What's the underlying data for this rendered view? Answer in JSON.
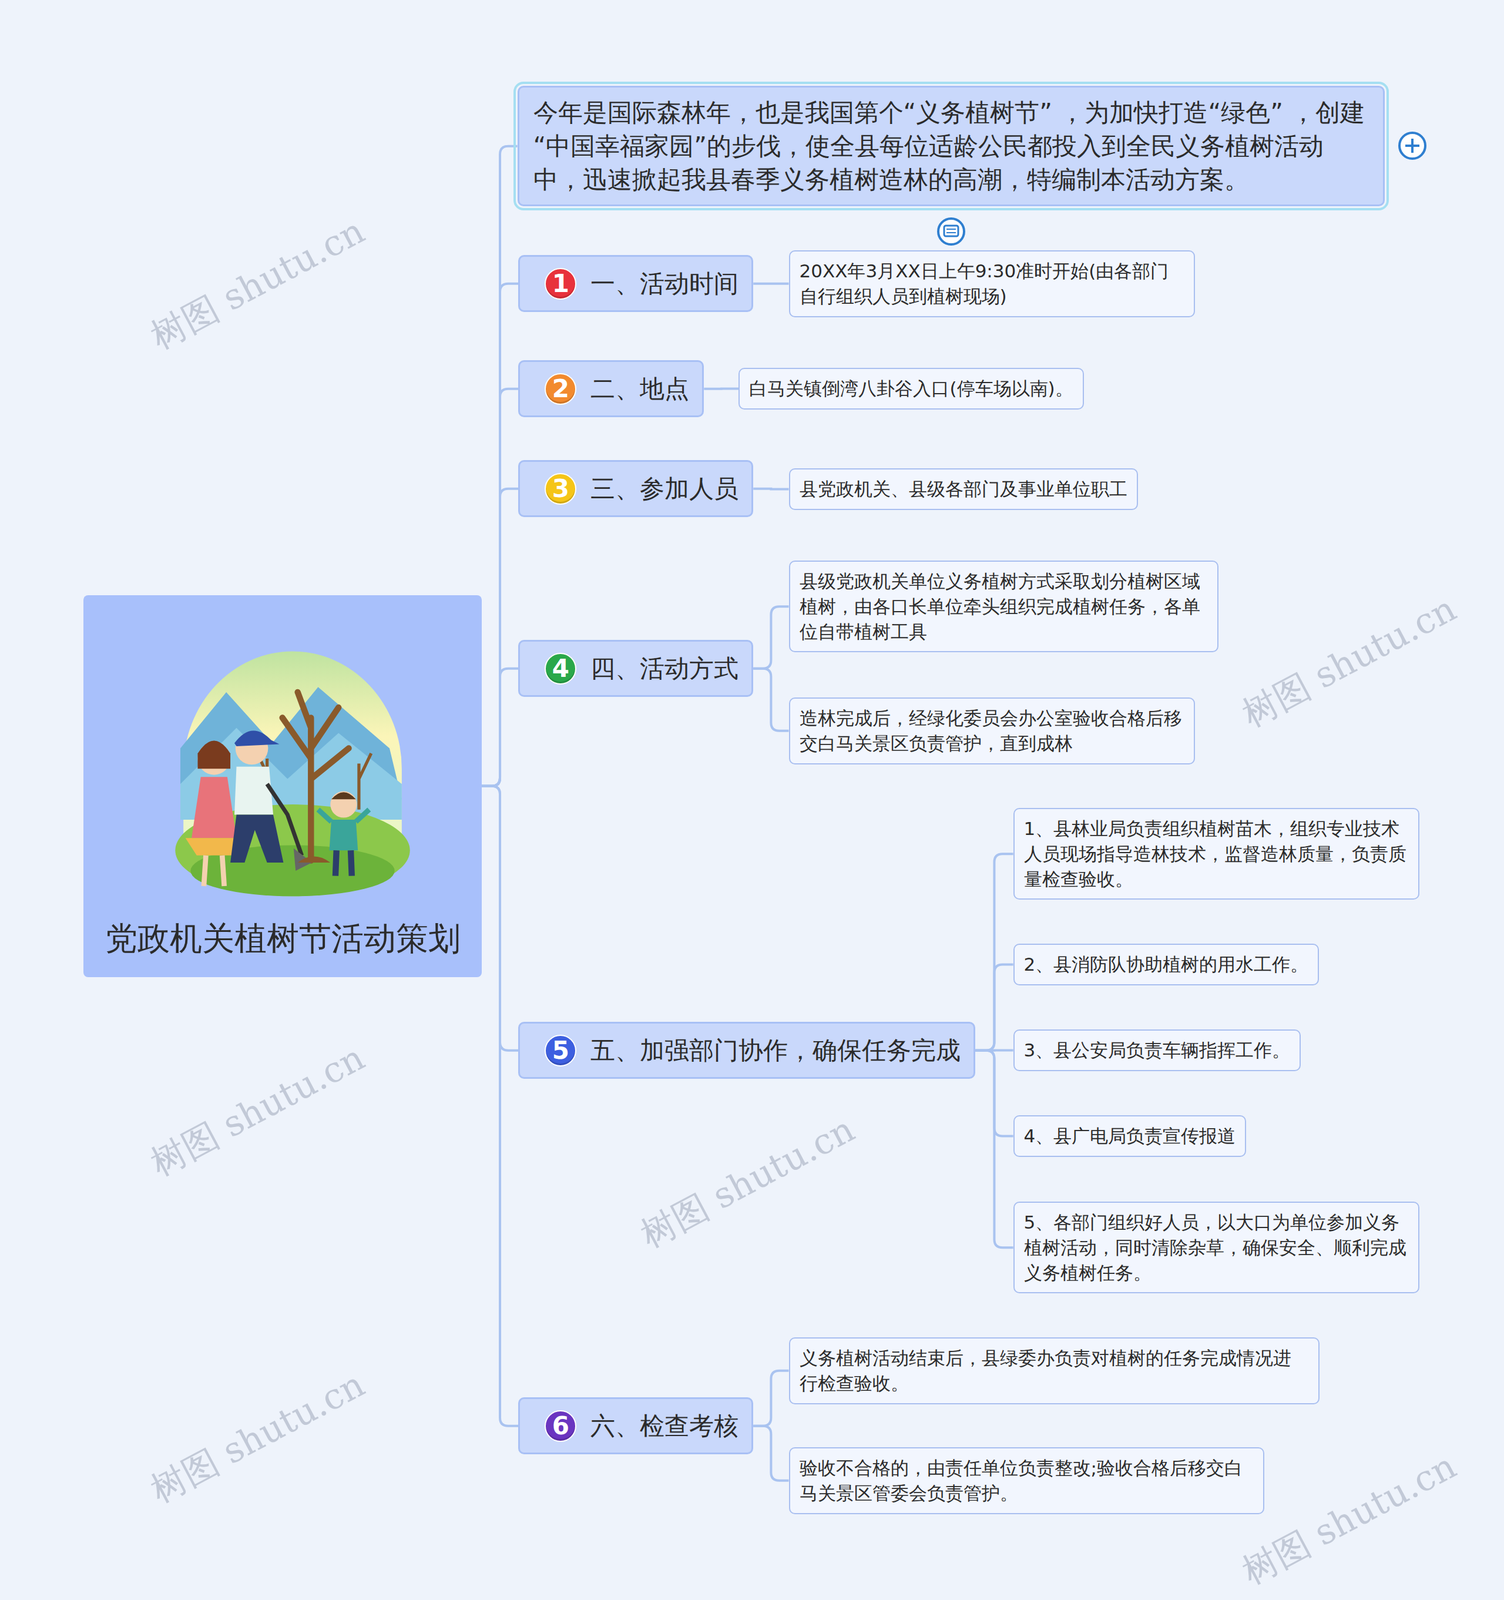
{
  "diagram": {
    "title": "党政机关植树节活动策划",
    "nodes": [
      {
        "text": [
          "党政机关植树节活动策划"
        ]
      },
      {
        "text": [
          "今年是国际森林年，也是我国第个“义务植树节” ，为加快打造“绿色” ，创建 “中国幸福家园”的步伐，使全县每位适龄公民都投入到全民义务植树活动中，迅速掀起我县春季义务植树造林的高潮，特编制本活动方案。"
        ]
      },
      {
        "text": [
          "1",
          "一、活动时间"
        ]
      },
      {
        "text": [
          "20XX年3月XX日上午9:30准时开始(由各部门自行组织人员到植树现场)"
        ]
      },
      {
        "text": [
          "2",
          "二、地点"
        ]
      },
      {
        "text": [
          "白马关镇倒湾八卦谷入口(停车场以南)。"
        ]
      },
      {
        "text": [
          "3",
          "三、参加人员"
        ]
      },
      {
        "text": [
          "县党政机关、县级各部门及事业单位职工"
        ]
      },
      {
        "text": [
          "4",
          "四、活动方式"
        ]
      },
      {
        "text": [
          "县级党政机关单位义务植树方式采取划分植树区域植树，由各口长单位牵头组织完成植树任务，各单位自带植树工具"
        ]
      },
      {
        "text": [
          "造林完成后，经绿化委员会办公室验收合格后移交白马关景区负责管护，直到成林"
        ]
      },
      {
        "text": [
          "5",
          "五、加强部门协作，确保任务完成"
        ]
      },
      {
        "text": [
          "1、县林业局负责组织植树苗木，组织专业技术人员现场指导造林技术，监督造林质量，负责质量检查验收。"
        ]
      },
      {
        "text": [
          "2、县消防队协助植树的用水工作。"
        ]
      },
      {
        "text": [
          "3、县公安局负责车辆指挥工作。"
        ]
      },
      {
        "text": [
          "4、县广电局负责宣传报道"
        ]
      },
      {
        "text": [
          "5、各部门组织好人员，以大口为单位参加义务植树活动，同时清除杂草，确保安全、顺利完成义务植树任务。"
        ]
      },
      {
        "text": [
          "6",
          "六、检查考核"
        ]
      },
      {
        "text": [
          "义务植树活动结束后，县绿委办负责对植树的任务完成情况进行检查验收。"
        ]
      },
      {
        "text": [
          "验收不合格的，由责任单位负责整改;验收合格后移交白马关景区管委会负责管护。"
        ]
      }
    ],
    "edges": [
      {
        "from": 0,
        "to": 1,
        "arrow": "none"
      },
      {
        "from": 0,
        "to": 2,
        "arrow": "none"
      },
      {
        "from": 0,
        "to": 4,
        "arrow": "none"
      },
      {
        "from": 0,
        "to": 6,
        "arrow": "none"
      },
      {
        "from": 0,
        "to": 8,
        "arrow": "none"
      },
      {
        "from": 0,
        "to": 11,
        "arrow": "none"
      },
      {
        "from": 0,
        "to": 17,
        "arrow": "none"
      },
      {
        "from": 2,
        "to": 3,
        "arrow": "none"
      },
      {
        "from": 4,
        "to": 5,
        "arrow": "none"
      },
      {
        "from": 6,
        "to": 7,
        "arrow": "none"
      },
      {
        "from": 8,
        "to": 9,
        "arrow": "none"
      },
      {
        "from": 8,
        "to": 10,
        "arrow": "none"
      },
      {
        "from": 11,
        "to": 12,
        "arrow": "none"
      },
      {
        "from": 11,
        "to": 13,
        "arrow": "none"
      },
      {
        "from": 11,
        "to": 14,
        "arrow": "none"
      },
      {
        "from": 11,
        "to": 15,
        "arrow": "none"
      },
      {
        "from": 11,
        "to": 16,
        "arrow": "none"
      },
      {
        "from": 17,
        "to": 18,
        "arrow": "none"
      },
      {
        "from": 17,
        "to": 19,
        "arrow": "none"
      }
    ],
    "labels": [
      "树图 shutu.cn",
      "树图 shutu.cn",
      "树图 shutu.cn",
      "树图 shutu.cn",
      "树图 shutu.cn",
      "树图 shutu.cn"
    ]
  }
}
